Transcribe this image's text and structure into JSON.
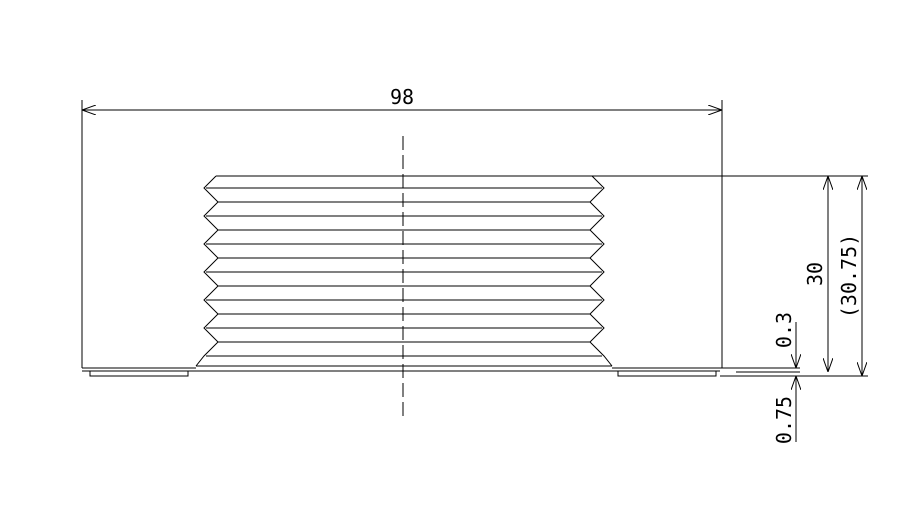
{
  "drawing": {
    "stroke_color": "#000000",
    "background_color": "#ffffff"
  },
  "dimensions": {
    "overall_width": "98",
    "thread_height": "30",
    "total_height": "(30.75)",
    "gap_upper": "0.3",
    "gap_lower": "0.75"
  }
}
